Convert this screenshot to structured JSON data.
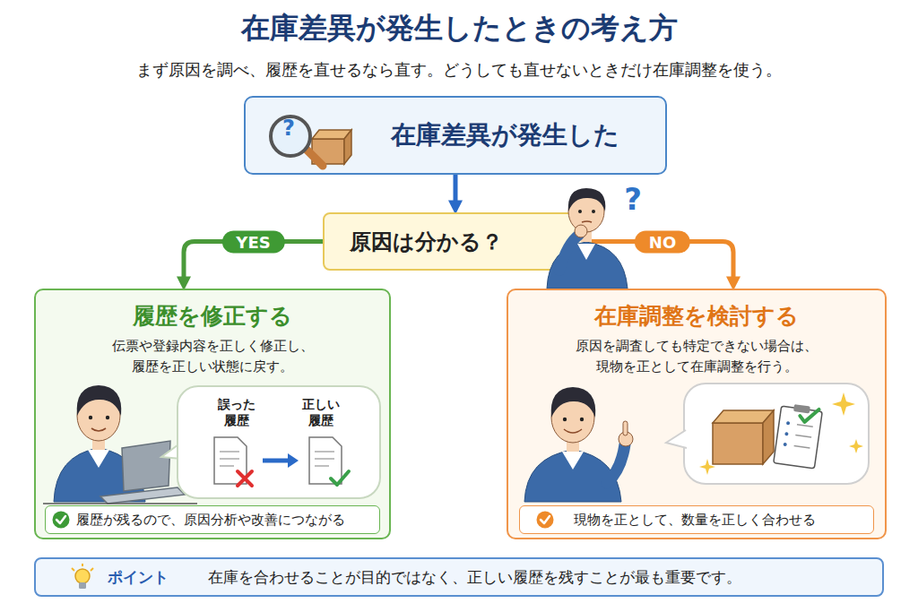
{
  "diagram": {
    "title": "在庫差異が発生したときの考え方",
    "nodes": [
      {
        "text": [
          "在庫差異が発生した"
        ]
      },
      {
        "text": [
          "原因は分かる？"
        ]
      },
      {
        "text": [
          "履歴を修正する",
          "伝票や登録内容を正しく修正し、 履歴を正しい状態に戻す。"
        ]
      },
      {
        "text": [
          "誤った 履歴",
          "正しい 履歴"
        ],
        "in": 2
      },
      {
        "text": [
          "履歴が残るので、原因分析や改善につながる"
        ],
        "in": 2
      },
      {
        "text": [
          "在庫調整を検討する",
          "原因を調査しても特定できない場合は、 現物を正として在庫調整を行う。"
        ]
      },
      {
        "text": [
          "現物を正として、数量を正しく合わせる"
        ],
        "in": 5
      },
      {
        "text": [
          "ポイント",
          "在庫を合わせることが目的ではなく、正しい履歴を残すことが最も重要です。"
        ]
      }
    ],
    "edges": [
      {
        "from": 0,
        "to": 1,
        "arrow": "to"
      },
      {
        "from": 1,
        "to": 2,
        "label": "YES",
        "arrow": "to"
      },
      {
        "from": 1,
        "to": 5,
        "label": "NO",
        "arrow": "to"
      }
    ],
    "labels": [
      "まず原因を調べ、履歴を直せるなら直す。どうしても直せないときだけ在庫調整を使う。",
      "?",
      "?"
    ]
  }
}
